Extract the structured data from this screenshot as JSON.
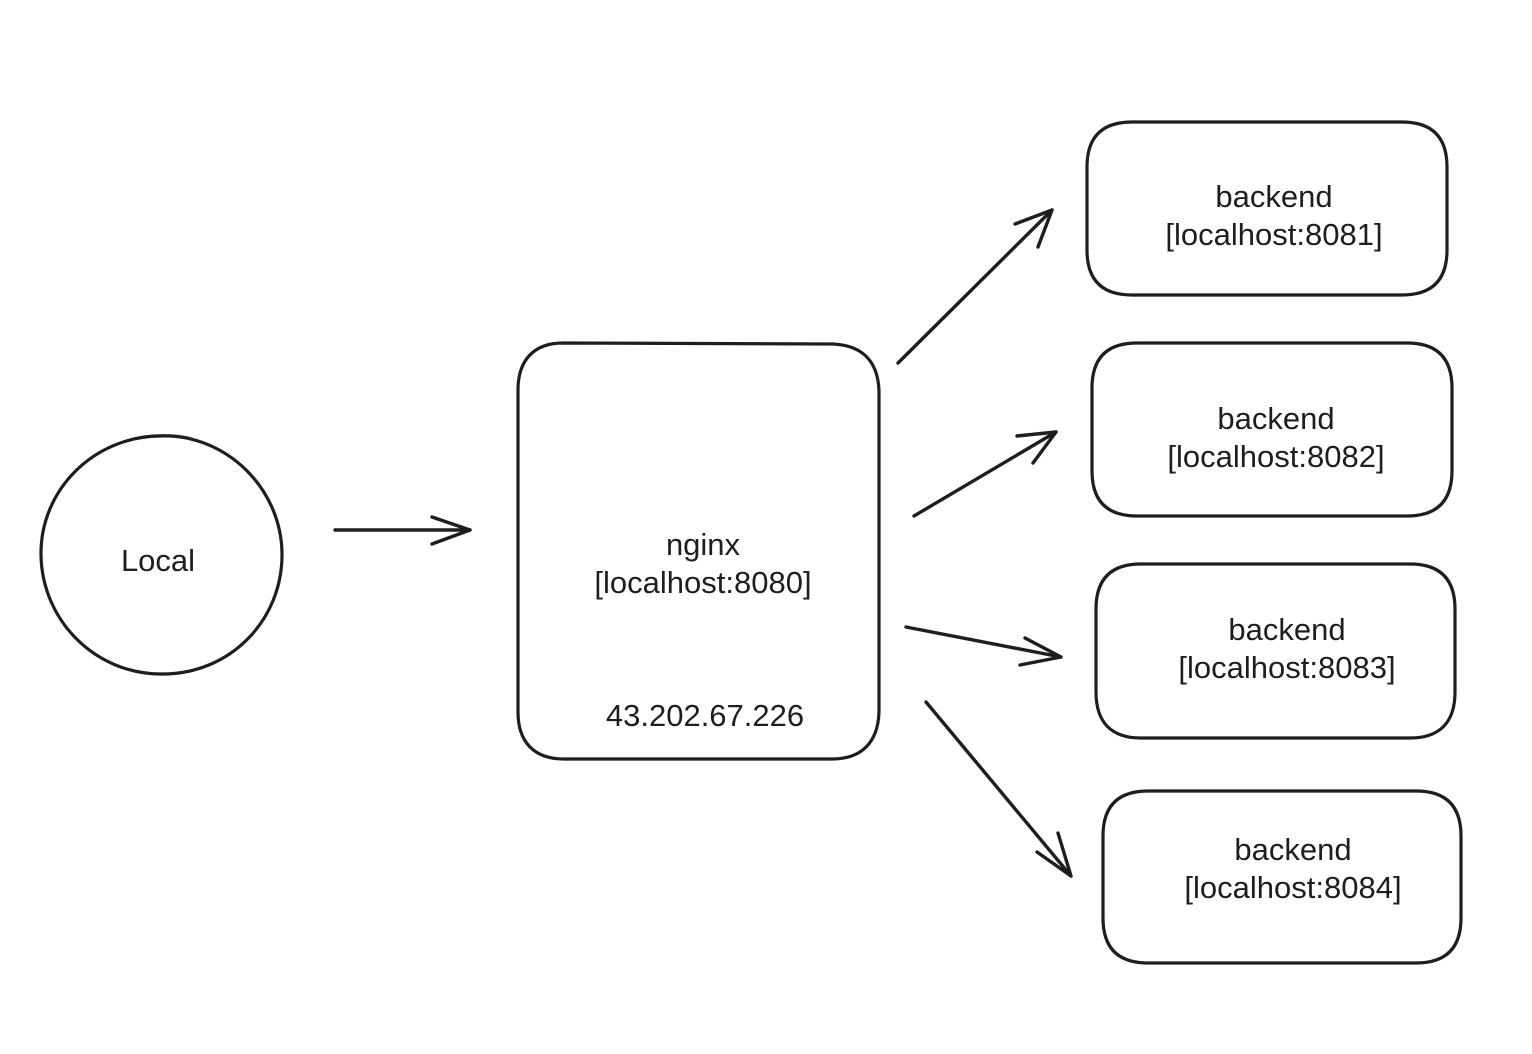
{
  "client": {
    "label": "Local"
  },
  "proxy": {
    "name": "nginx",
    "address": "[localhost:8080]",
    "ip": "43.202.67.226"
  },
  "backends": [
    {
      "name": "backend",
      "address": "[localhost:8081]"
    },
    {
      "name": "backend",
      "address": "[localhost:8082]"
    },
    {
      "name": "backend",
      "address": "[localhost:8083]"
    },
    {
      "name": "backend",
      "address": "[localhost:8084]"
    }
  ]
}
